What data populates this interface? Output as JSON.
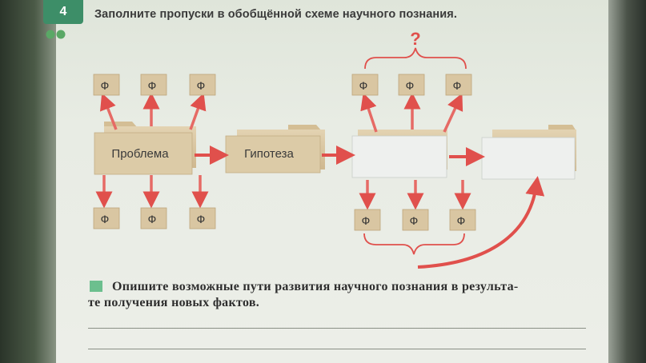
{
  "task": {
    "number": "4",
    "title": "Заполните пропуски в обобщённой схеме научного познания."
  },
  "diagram": {
    "fact_label": "Ф",
    "question_mark": "?",
    "boxes": {
      "problem": "Проблема",
      "hypothesis": "Гипотеза",
      "blank_1": "",
      "blank_2": ""
    }
  },
  "question": {
    "line_1": "Опишите возможные пути развития научного познания в результа-",
    "line_2": "те получения новых фактов."
  },
  "colors": {
    "accent_green": "#3d8e68",
    "marker_green": "#6cbf8e",
    "arrow_red": "#e0504c",
    "folder_tan": "#d9c6a2"
  }
}
